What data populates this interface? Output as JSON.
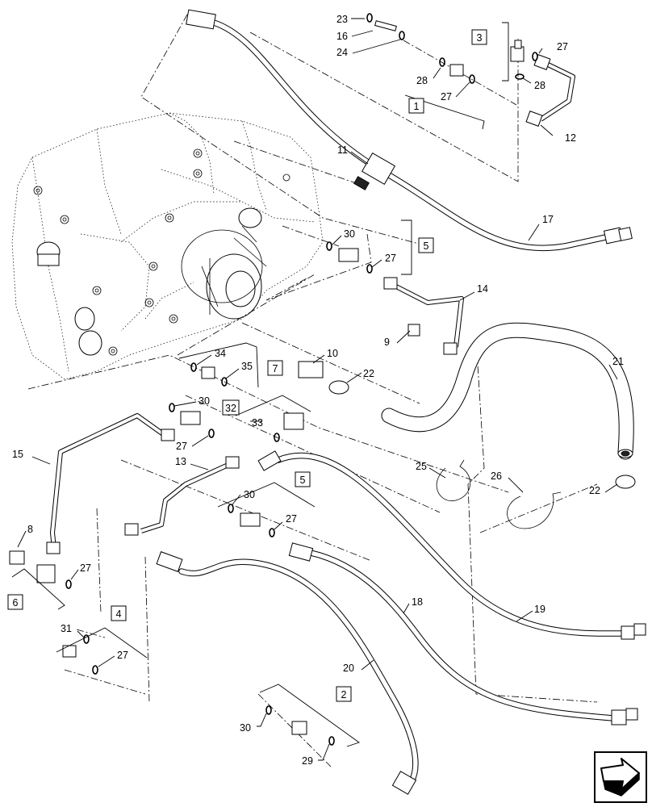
{
  "diagram": {
    "callouts": [
      "1",
      "2",
      "3",
      "4",
      "5",
      "6",
      "7",
      "8",
      "9",
      "10",
      "11",
      "12",
      "13",
      "14",
      "15",
      "16",
      "17",
      "18",
      "19",
      "20",
      "21",
      "22",
      "23",
      "24",
      "25",
      "26",
      "27",
      "28",
      "29",
      "30",
      "31",
      "32",
      "33",
      "34",
      "35"
    ],
    "boxed_groups": [
      "1",
      "2",
      "3",
      "4",
      "5",
      "6",
      "7",
      "32"
    ],
    "nav_icon": "next-page-arrow-icon"
  }
}
